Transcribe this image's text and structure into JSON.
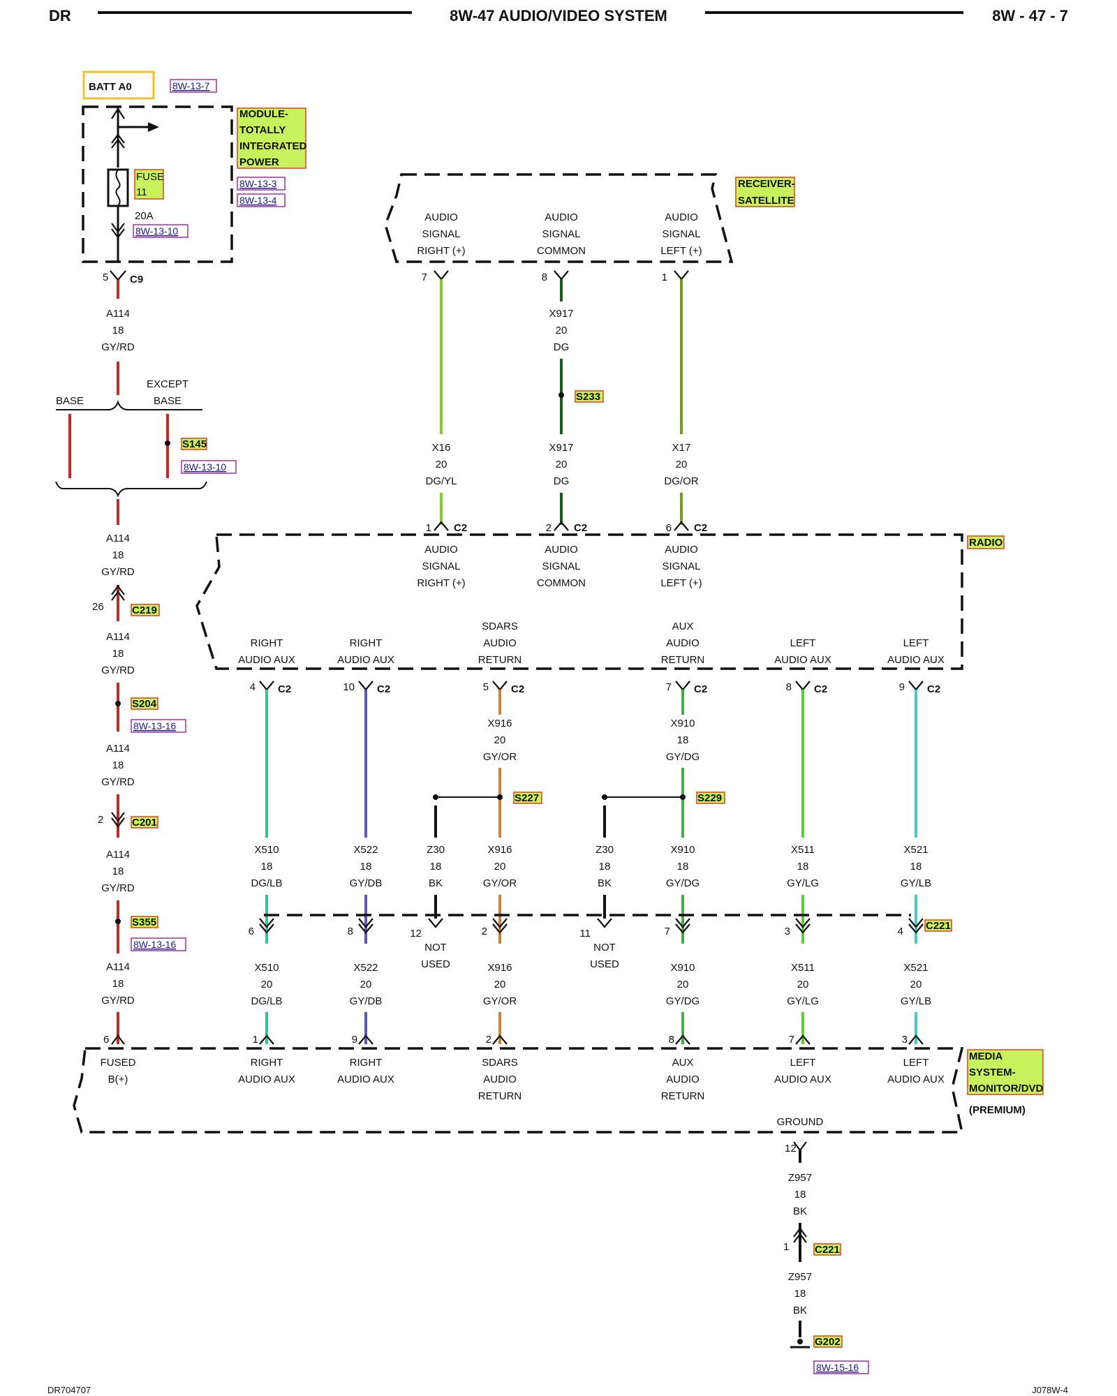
{
  "header": {
    "left": "DR",
    "title": "8W-47 AUDIO/VIDEO SYSTEM",
    "right": "8W - 47 - 7"
  },
  "footer": {
    "left": "DR704707",
    "right": "J078W-4"
  },
  "power": {
    "batt": "BATT A0",
    "batt_ref": "8W-13-7",
    "module_l1": "MODULE-",
    "module_l2": "TOTALLY",
    "module_l3": "INTEGRATED",
    "module_l4": "POWER",
    "module_ref1": "8W-13-3",
    "module_ref2": "8W-13-4",
    "fuse_l1": "FUSE",
    "fuse_l2": "11",
    "fuse_rating": "20A",
    "fuse_ref": "8W-13-10",
    "c9_pin": "5",
    "c9": "C9",
    "w1_circuit": "A114",
    "w1_gauge": "18",
    "w1_color": "GY/RD",
    "base": "BASE",
    "except_l1": "EXCEPT",
    "except_l2": "BASE",
    "s145": "S145",
    "s145_ref": "8W-13-10",
    "w2_circuit": "A114",
    "w2_gauge": "18",
    "w2_color": "GY/RD",
    "c219_pin": "26",
    "c219": "C219",
    "w3_circuit": "A114",
    "w3_gauge": "18",
    "w3_color": "GY/RD",
    "s204": "S204",
    "s204_ref": "8W-13-16",
    "w4_circuit": "A114",
    "w4_gauge": "18",
    "w4_color": "GY/RD",
    "c201_pin": "2",
    "c201": "C201",
    "w5_circuit": "A114",
    "w5_gauge": "18",
    "w5_color": "GY/RD",
    "s355": "S355",
    "s355_ref": "8W-13-16",
    "w6_circuit": "A114",
    "w6_gauge": "18",
    "w6_color": "GY/RD",
    "media_pin": "6"
  },
  "receiver": {
    "name_l1": "RECEIVER-",
    "name_l2": "SATELLITE",
    "pins": [
      {
        "l1": "AUDIO",
        "l2": "SIGNAL",
        "l3": "RIGHT (+)",
        "pin": "7",
        "circuit": "X16",
        "gauge": "20",
        "color": "DG/YL",
        "radio_pin": "1",
        "radio_conn": "C2"
      },
      {
        "l1": "AUDIO",
        "l2": "SIGNAL",
        "l3": "COMMON",
        "pin": "8",
        "circuit": "X917",
        "gauge": "20",
        "color": "DG",
        "radio_pin": "2",
        "radio_conn": "C2",
        "splice": "S233",
        "up_circuit": "X917",
        "up_gauge": "20",
        "up_color": "DG"
      },
      {
        "l1": "AUDIO",
        "l2": "SIGNAL",
        "l3": "LEFT (+)",
        "pin": "1",
        "circuit": "X17",
        "gauge": "20",
        "color": "DG/OR",
        "radio_pin": "6",
        "radio_conn": "C2"
      }
    ]
  },
  "radio": {
    "name": "RADIO",
    "top_labels": [
      {
        "l1": "AUDIO",
        "l2": "SIGNAL",
        "l3": "RIGHT (+)"
      },
      {
        "l1": "AUDIO",
        "l2": "SIGNAL",
        "l3": "COMMON"
      },
      {
        "l1": "AUDIO",
        "l2": "SIGNAL",
        "l3": "LEFT (+)"
      }
    ],
    "bottom_labels": [
      {
        "l1": "",
        "l2": "RIGHT",
        "l3": "AUDIO AUX"
      },
      {
        "l1": "",
        "l2": "RIGHT",
        "l3": "AUDIO AUX"
      },
      {
        "l1": "SDARS",
        "l2": "AUDIO",
        "l3": "RETURN"
      },
      {
        "l1": "AUX",
        "l2": "AUDIO",
        "l3": "RETURN"
      },
      {
        "l1": "",
        "l2": "LEFT",
        "l3": "AUDIO AUX"
      },
      {
        "l1": "",
        "l2": "LEFT",
        "l3": "AUDIO AUX"
      }
    ]
  },
  "aux_wires": [
    {
      "radio_pin": "4",
      "radio_conn": "C2",
      "circuit": "X510",
      "gauge": "18",
      "color": "DG/LB",
      "c221_pin": "6",
      "lo_circuit": "X510",
      "lo_gauge": "20",
      "lo_color": "DG/LB",
      "media_pin": "1",
      "media_l1": "RIGHT",
      "media_l2": "AUDIO AUX",
      "media_l3": ""
    },
    {
      "radio_pin": "10",
      "radio_conn": "C2",
      "circuit": "X522",
      "gauge": "18",
      "color": "GY/DB",
      "c221_pin": "8",
      "lo_circuit": "X522",
      "lo_gauge": "20",
      "lo_color": "GY/DB",
      "media_pin": "9",
      "media_l1": "RIGHT",
      "media_l2": "AUDIO AUX",
      "media_l3": ""
    },
    {
      "radio_pin": "5",
      "radio_conn": "C2",
      "up_circuit": "X916",
      "up_gauge": "20",
      "up_color": "GY/OR",
      "splice": "S227",
      "circuit": "X916",
      "gauge": "20",
      "color": "GY/OR",
      "c221_pin": "2",
      "lo_circuit": "X916",
      "lo_gauge": "20",
      "lo_color": "GY/OR",
      "media_pin": "2",
      "media_l1": "SDARS",
      "media_l2": "AUDIO",
      "media_l3": "RETURN"
    },
    {
      "radio_pin": "7",
      "radio_conn": "C2",
      "up_circuit": "X910",
      "up_gauge": "18",
      "up_color": "GY/DG",
      "splice": "S229",
      "circuit": "X910",
      "gauge": "18",
      "color": "GY/DG",
      "c221_pin": "7",
      "lo_circuit": "X910",
      "lo_gauge": "20",
      "lo_color": "GY/DG",
      "media_pin": "8",
      "media_l1": "AUX",
      "media_l2": "AUDIO",
      "media_l3": "RETURN"
    },
    {
      "radio_pin": "8",
      "radio_conn": "C2",
      "circuit": "X511",
      "gauge": "18",
      "color": "GY/LG",
      "c221_pin": "3",
      "lo_circuit": "X511",
      "lo_gauge": "20",
      "lo_color": "GY/LG",
      "media_pin": "7",
      "media_l1": "LEFT",
      "media_l2": "AUDIO AUX",
      "media_l3": ""
    },
    {
      "radio_pin": "9",
      "radio_conn": "C2",
      "circuit": "X521",
      "gauge": "18",
      "color": "GY/LB",
      "c221_pin": "4",
      "lo_circuit": "X521",
      "lo_gauge": "20",
      "lo_color": "GY/LB",
      "media_pin": "3",
      "media_l1": "LEFT",
      "media_l2": "AUDIO AUX",
      "media_l3": ""
    }
  ],
  "unused": [
    {
      "circuit": "Z30",
      "gauge": "18",
      "color": "BK",
      "pin": "12",
      "l1": "NOT",
      "l2": "USED"
    },
    {
      "circuit": "Z30",
      "gauge": "18",
      "color": "BK",
      "pin": "11",
      "l1": "NOT",
      "l2": "USED"
    }
  ],
  "c221": "C221",
  "media": {
    "name_l1": "MEDIA",
    "name_l2": "SYSTEM-",
    "name_l3": "MONITOR/DVD",
    "variant": "(PREMIUM)",
    "fused_l1": "FUSED",
    "fused_l2": "B(+)",
    "ground": "GROUND"
  },
  "ground": {
    "pin": "12",
    "w1_circuit": "Z957",
    "w1_gauge": "18",
    "w1_color": "BK",
    "c221_pin": "1",
    "c221": "C221",
    "w2_circuit": "Z957",
    "w2_gauge": "18",
    "w2_color": "BK",
    "g202": "G202",
    "g202_ref": "8W-15-16"
  },
  "wire_colors": {
    "gy_rd": "#c8282a",
    "dg_yl": "#8cc832",
    "dg": "#1e5a1e",
    "dg_or": "#7a9a2a",
    "dg_lb": "#28c89a",
    "gy_db": "#5a5ab4",
    "gy_or": "#c8823c",
    "gy_dg": "#46aa46",
    "gy_lg": "#58d22e",
    "gy_lb": "#46c8c8",
    "bk": "#111111"
  }
}
